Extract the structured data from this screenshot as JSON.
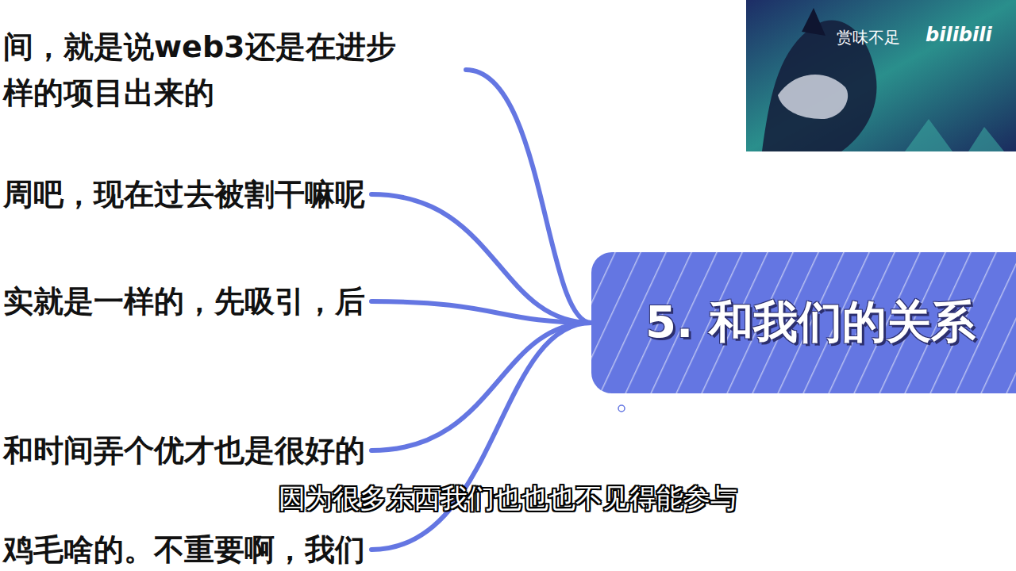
{
  "diagram": {
    "nodes": [
      {
        "text": [
          "5. 和我们的关系"
        ]
      },
      {
        "text": [
          "间，就是说web3还是在进步 样的项目出来的"
        ]
      },
      {
        "text": [
          "周吧，现在过去被割干嘛呢"
        ]
      },
      {
        "text": [
          "实就是一样的，先吸引，后"
        ]
      },
      {
        "text": [
          "和时间弄个优才也是很好的"
        ]
      },
      {
        "text": [
          "鸡毛啥的。不重要啊，我们"
        ]
      }
    ],
    "edges": [
      {
        "from": 0,
        "to": 1,
        "arrow": "none"
      },
      {
        "from": 0,
        "to": 2,
        "arrow": "none"
      },
      {
        "from": 0,
        "to": 3,
        "arrow": "none"
      },
      {
        "from": 0,
        "to": 4,
        "arrow": "none"
      },
      {
        "from": 0,
        "to": 5,
        "arrow": "none"
      }
    ],
    "labels": [
      "赏味不足",
      "bilibili",
      "因为很多东西我们也也也不见得能参与"
    ]
  }
}
